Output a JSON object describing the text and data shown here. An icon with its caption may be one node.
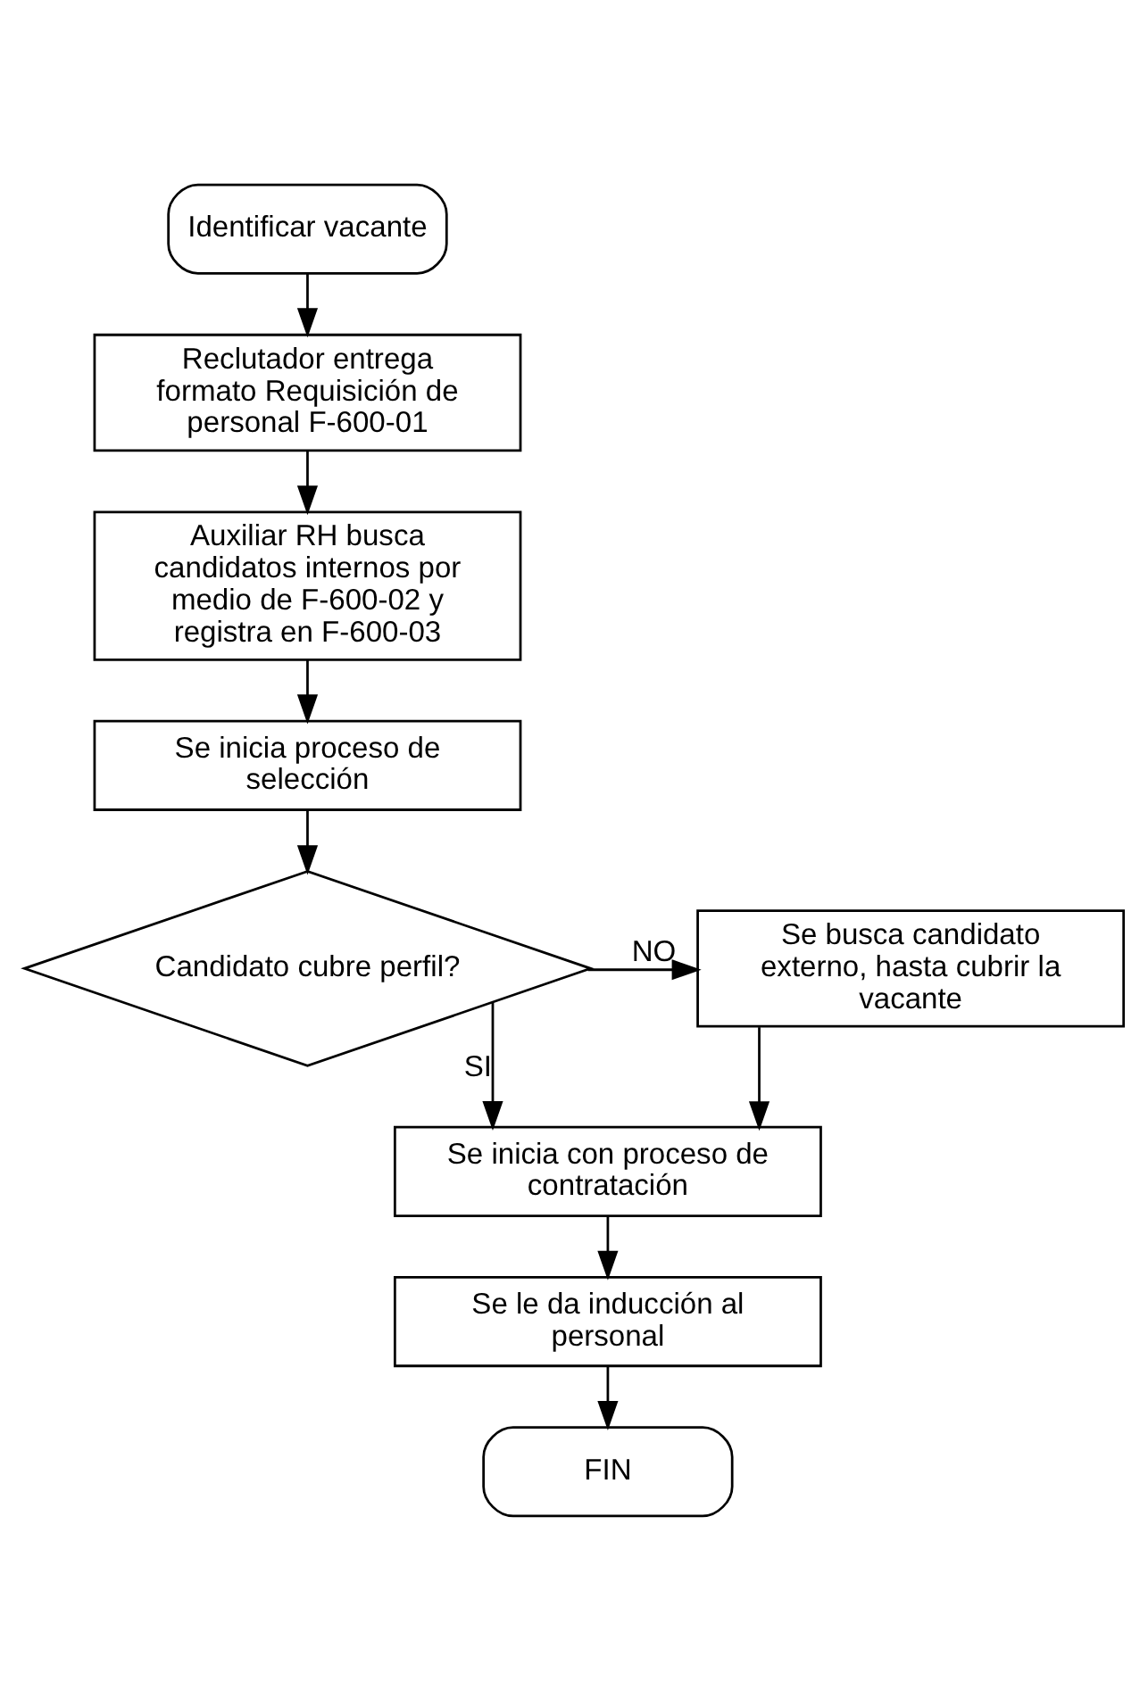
{
  "diagram": {
    "nodes": [
      {
        "text": [
          "Identificar vacante"
        ]
      },
      {
        "text": [
          "Reclutador entrega formato Requisición de personal F-600-01"
        ]
      },
      {
        "text": [
          "Auxiliar RH busca candidatos internos por medio de F-600-02 y registra en F-600-03"
        ]
      },
      {
        "text": [
          "Se inicia proceso de selección"
        ]
      },
      {
        "text": [
          "Candidato cubre perfil?"
        ]
      },
      {
        "text": [
          "Se busca candidato externo, hasta cubrir la vacante"
        ]
      },
      {
        "text": [
          "Se inicia con proceso de contratación"
        ]
      },
      {
        "text": [
          "Se le da inducción al personal"
        ]
      },
      {
        "text": [
          "FIN"
        ]
      }
    ],
    "edges": [
      {
        "from": 0,
        "to": 1,
        "arrow": "to"
      },
      {
        "from": 1,
        "to": 2,
        "arrow": "to"
      },
      {
        "from": 2,
        "to": 3,
        "arrow": "to"
      },
      {
        "from": 3,
        "to": 4,
        "arrow": "to"
      },
      {
        "from": 4,
        "to": 5,
        "arrow": "to",
        "label": "NO"
      },
      {
        "from": 4,
        "to": 6,
        "arrow": "to",
        "label": "SI"
      },
      {
        "from": 5,
        "to": 6,
        "arrow": "to"
      },
      {
        "from": 6,
        "to": 7,
        "arrow": "to"
      },
      {
        "from": 7,
        "to": 8,
        "arrow": "to"
      }
    ]
  }
}
